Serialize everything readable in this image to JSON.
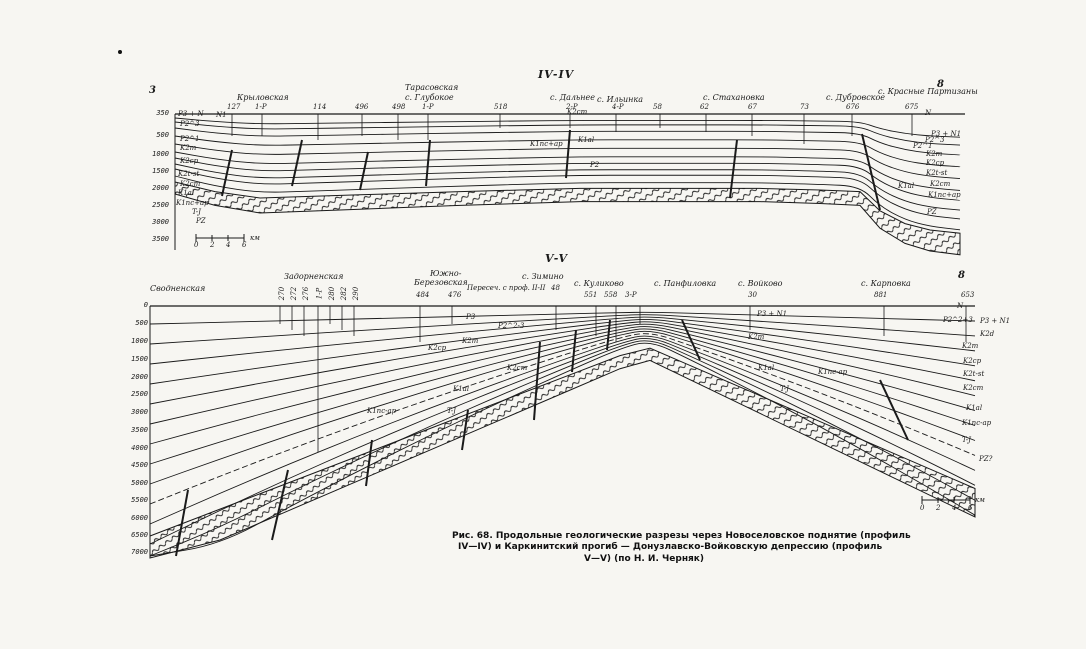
{
  "profile_iv": {
    "title": "IV-IV",
    "end_left": "3",
    "end_right": "8",
    "depth_labels": [
      "350",
      "500",
      "1000",
      "1500",
      "2000",
      "2500",
      "3000",
      "3500"
    ],
    "wells": [
      "127",
      "1-P",
      "114",
      "496",
      "498",
      "1-P",
      "518",
      "2-P",
      "4-P",
      "58",
      "62",
      "67",
      "73",
      "676",
      "675"
    ],
    "places": [
      "Крыловская",
      "Тарасовская",
      "с. Глубокое",
      "с. Дальнее",
      "с. Ильинка",
      "с. Стахановка",
      "с. Дубровское",
      "с. Красные Партизаны"
    ],
    "left_units": [
      "P3 + N",
      "P2^3",
      "P2^1",
      "K2m",
      "K2cp",
      "K2t-st",
      "K2cm",
      "K1al",
      "K1nc+ap",
      "T-J",
      "PZ"
    ],
    "right_units": [
      "N",
      "P3 + N1",
      "P2^3",
      "P2^1",
      "K2m",
      "K2cp",
      "K2t-st",
      "K2cm",
      "K1al",
      "K1nc+ap",
      "PZ"
    ],
    "inner_units": [
      "N1",
      "K2cm",
      "K1nc+ap",
      "K1al",
      "P2"
    ],
    "scale": {
      "ticks": [
        "0",
        "2",
        "4",
        "6"
      ],
      "unit": "км"
    }
  },
  "profile_v": {
    "title": "V-V",
    "end_right": "8",
    "depth_labels": [
      "0",
      "500",
      "1000",
      "1500",
      "2000",
      "2500",
      "3000",
      "3500",
      "4000",
      "4500",
      "5000",
      "5500",
      "6000",
      "6500",
      "7000"
    ],
    "wells": [
      "270",
      "272",
      "276",
      "1-P",
      "280",
      "282",
      "290",
      "484",
      "476",
      "48",
      "551",
      "558",
      "3-P",
      "30",
      "881",
      "653"
    ],
    "places": [
      "Сводненская",
      "Задорненская",
      "Южно-",
      "Березовская",
      "Пересеч. с проф. II-II",
      "с. Зимино",
      "с. Куликово",
      "с. Панфиловка",
      "с. Войково",
      "с. Карповка"
    ],
    "inner_units": [
      "N",
      "P3",
      "P2^2-3",
      "K2cp",
      "K2m",
      "K2cm",
      "K1al",
      "K1nc-ap",
      "T-J",
      "P3 + N1",
      "K2m",
      "K1al",
      "K1nc-ap",
      "T-J",
      "P2^2+3"
    ],
    "right_units": [
      "P3 + N1",
      "K2d",
      "K2m",
      "K2cp",
      "K2t-st",
      "K2cm",
      "K1al",
      "K1nc-ap",
      "T-J",
      "PZ?"
    ],
    "scale": {
      "ticks": [
        "0",
        "2",
        "4",
        "6"
      ],
      "unit": "км"
    }
  },
  "caption": {
    "line1": "Рис. 68. Продольные геологические разрезы через Новоселовское поднятие (профиль",
    "line2": "IV—IV) и Каркинитский прогиб — Донузлавско-Войковскую депрессию (профиль",
    "line3": "V—V) (по Н. И. Черняк)"
  },
  "colors": {
    "paper": "#f7f6f2",
    "ink": "#1a1a1a"
  }
}
